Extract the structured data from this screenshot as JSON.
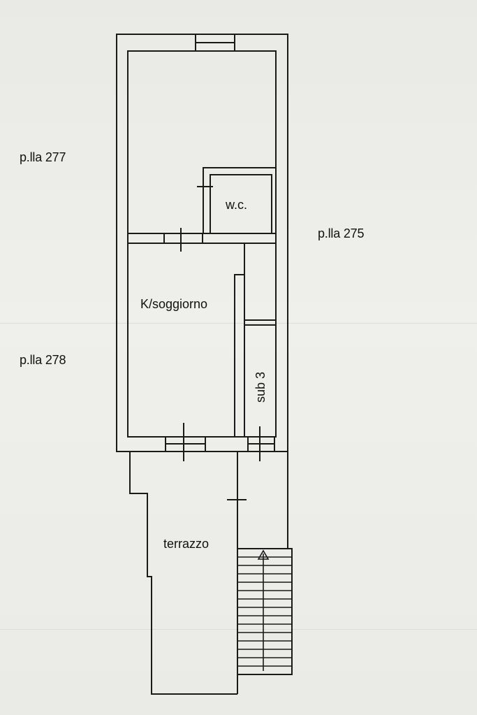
{
  "labels": {
    "plot_277": "p.lla 277",
    "plot_275": "p.lla 275",
    "plot_278": "p.lla 278"
  },
  "rooms": {
    "wc": "w.c.",
    "kitchen_living": "K/soggiorno",
    "sub": "sub 3",
    "terrace": "terrazzo"
  },
  "colors": {
    "wall": "#1a1a1a",
    "paper": "#ecece8",
    "ghost_text": "#c9c9c5"
  }
}
